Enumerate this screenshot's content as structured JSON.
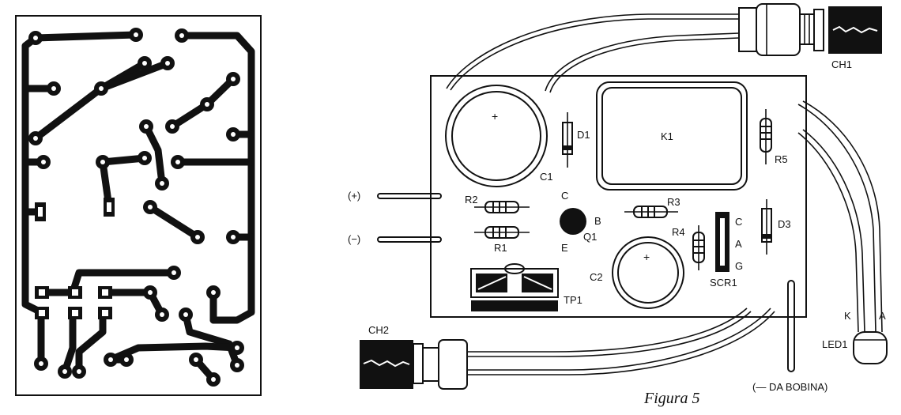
{
  "caption": "Figura 5",
  "labels": {
    "ch1": "CH1",
    "ch2": "CH2",
    "d1": "D1",
    "k1": "K1",
    "c1": "C1",
    "c1_plus": "+",
    "c2": "C2",
    "c2_plus": "+",
    "r1": "R1",
    "r2": "R2",
    "r3": "R3",
    "r4": "R4",
    "r5": "R5",
    "d3": "D3",
    "q1": "Q1",
    "q1_c": "C",
    "q1_b": "B",
    "q1_e": "E",
    "scr_c": "C",
    "scr_a": "A",
    "scr_g": "G",
    "scr1": "SCR1",
    "tp1": "TP1",
    "plus_in": "(+)",
    "minus_in": "(−)",
    "led_k": "K",
    "led_a": "A",
    "led1": "LED1",
    "bobina": "(— DA BOBINA)"
  }
}
